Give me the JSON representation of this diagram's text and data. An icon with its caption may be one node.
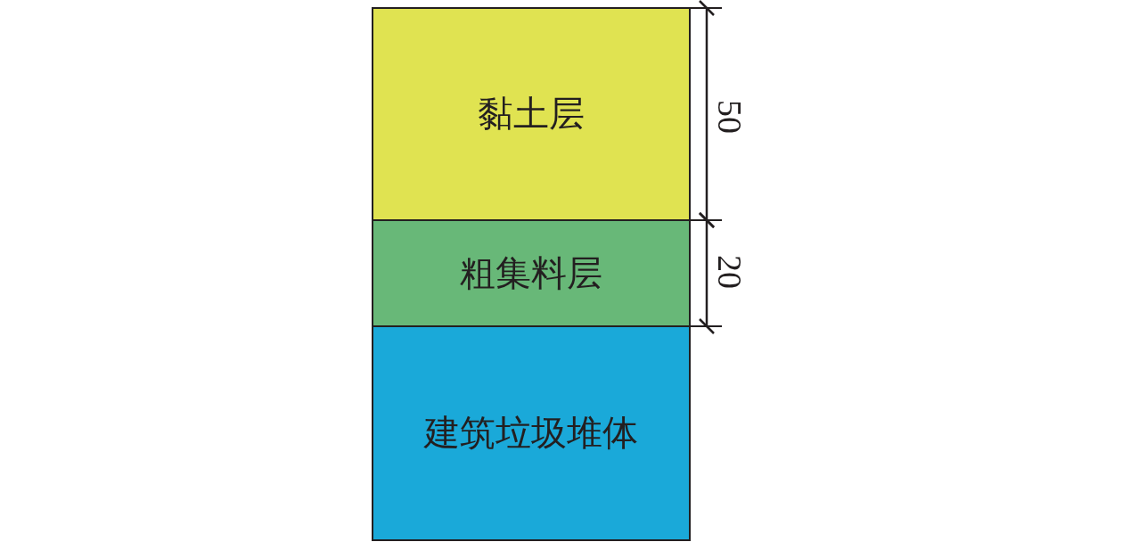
{
  "diagram": {
    "nodes": [
      {
        "text": [
          "黏土层"
        ]
      },
      {
        "text": [
          "粗集料层"
        ]
      },
      {
        "text": [
          "建筑垃圾堆体"
        ]
      }
    ],
    "labels": [
      "50",
      "20"
    ]
  }
}
